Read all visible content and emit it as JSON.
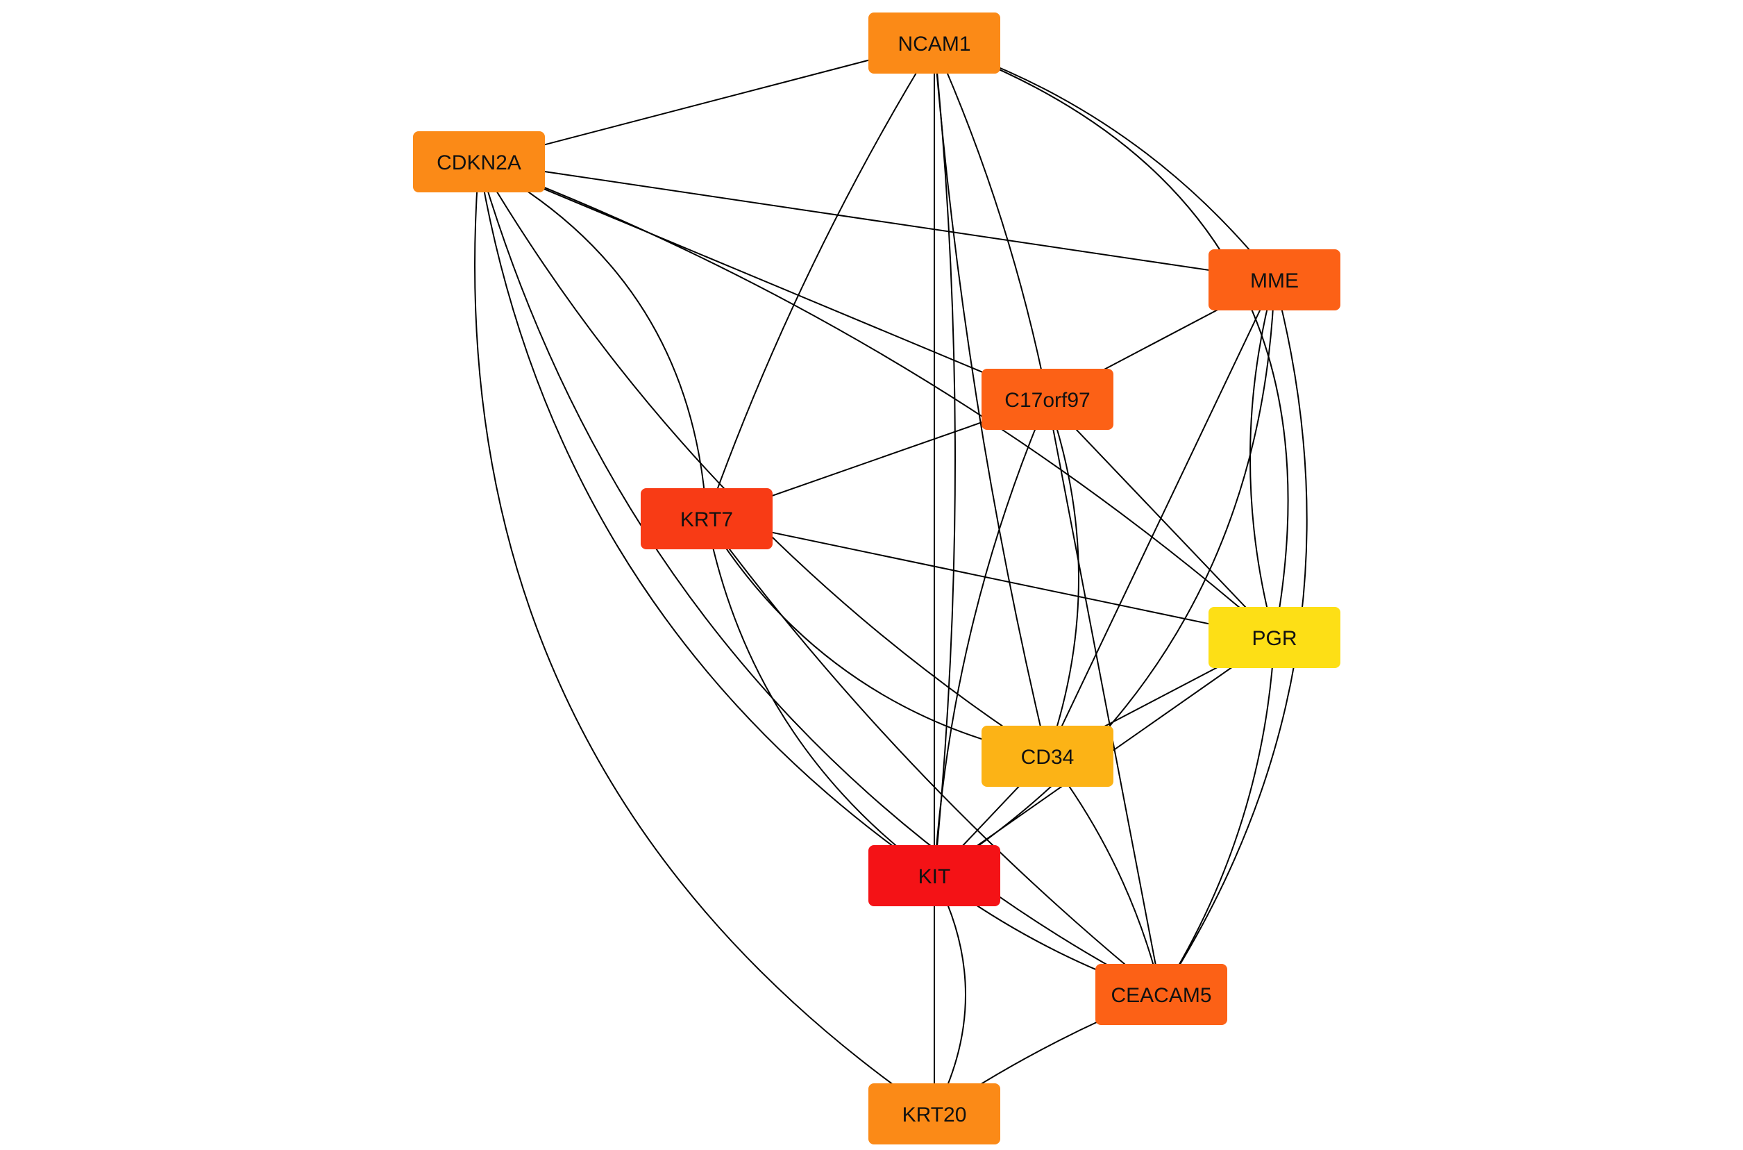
{
  "network": {
    "nodes": [
      {
        "id": "NCAM1",
        "label": "NCAM1",
        "color": "#FB8A17"
      },
      {
        "id": "CDKN2A",
        "label": "CDKN2A",
        "color": "#FB8A17"
      },
      {
        "id": "MME",
        "label": "MME",
        "color": "#FC6116"
      },
      {
        "id": "C17orf97",
        "label": "C17orf97",
        "color": "#FC6116"
      },
      {
        "id": "KRT7",
        "label": "KRT7",
        "color": "#F83B15"
      },
      {
        "id": "PGR",
        "label": "PGR",
        "color": "#FDDF16"
      },
      {
        "id": "CD34",
        "label": "CD34",
        "color": "#FCB316"
      },
      {
        "id": "KIT",
        "label": "KIT",
        "color": "#F41216"
      },
      {
        "id": "CEACAM5",
        "label": "CEACAM5",
        "color": "#FC6116"
      },
      {
        "id": "KRT20",
        "label": "KRT20",
        "color": "#FB8A17"
      }
    ],
    "edges": [
      [
        "NCAM1",
        "CDKN2A"
      ],
      [
        "NCAM1",
        "KRT20"
      ],
      [
        "NCAM1",
        "KRT7"
      ],
      [
        "NCAM1",
        "KIT"
      ],
      [
        "NCAM1",
        "C17orf97"
      ],
      [
        "NCAM1",
        "MME"
      ],
      [
        "NCAM1",
        "PGR"
      ],
      [
        "NCAM1",
        "CD34"
      ],
      [
        "CDKN2A",
        "MME"
      ],
      [
        "CDKN2A",
        "C17orf97"
      ],
      [
        "CDKN2A",
        "KRT7"
      ],
      [
        "CDKN2A",
        "PGR"
      ],
      [
        "CDKN2A",
        "CD34"
      ],
      [
        "CDKN2A",
        "KIT"
      ],
      [
        "CDKN2A",
        "CEACAM5"
      ],
      [
        "CDKN2A",
        "KRT20"
      ],
      [
        "MME",
        "C17orf97"
      ],
      [
        "MME",
        "CD34"
      ],
      [
        "MME",
        "PGR"
      ],
      [
        "MME",
        "KIT"
      ],
      [
        "MME",
        "CEACAM5"
      ],
      [
        "C17orf97",
        "KRT7"
      ],
      [
        "C17orf97",
        "PGR"
      ],
      [
        "C17orf97",
        "CD34"
      ],
      [
        "C17orf97",
        "KIT"
      ],
      [
        "C17orf97",
        "CEACAM5"
      ],
      [
        "KRT7",
        "PGR"
      ],
      [
        "KRT7",
        "CD34"
      ],
      [
        "KRT7",
        "KIT"
      ],
      [
        "KRT7",
        "CEACAM5"
      ],
      [
        "PGR",
        "CD34"
      ],
      [
        "PGR",
        "KIT"
      ],
      [
        "PGR",
        "CEACAM5"
      ],
      [
        "CD34",
        "KIT"
      ],
      [
        "CD34",
        "CEACAM5"
      ],
      [
        "KIT",
        "CEACAM5"
      ],
      [
        "KIT",
        "KRT20"
      ],
      [
        "CEACAM5",
        "KRT20"
      ]
    ]
  }
}
